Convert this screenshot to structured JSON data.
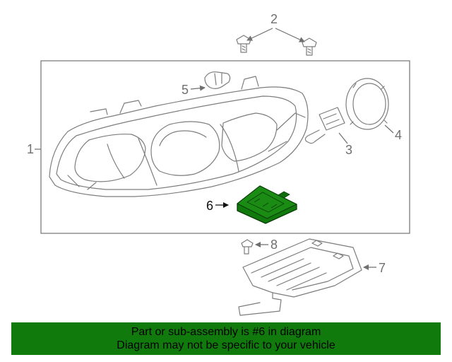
{
  "callouts": {
    "c1": "1",
    "c2": "2",
    "c3": "3",
    "c4": "4",
    "c5": "5",
    "c6": "6",
    "c7": "7",
    "c8": "8"
  },
  "highlight_color": "#117a0d",
  "banner": {
    "line1": "Part or sub-assembly is #6 in diagram",
    "line2": "Diagram may not be specific to your vehicle"
  }
}
